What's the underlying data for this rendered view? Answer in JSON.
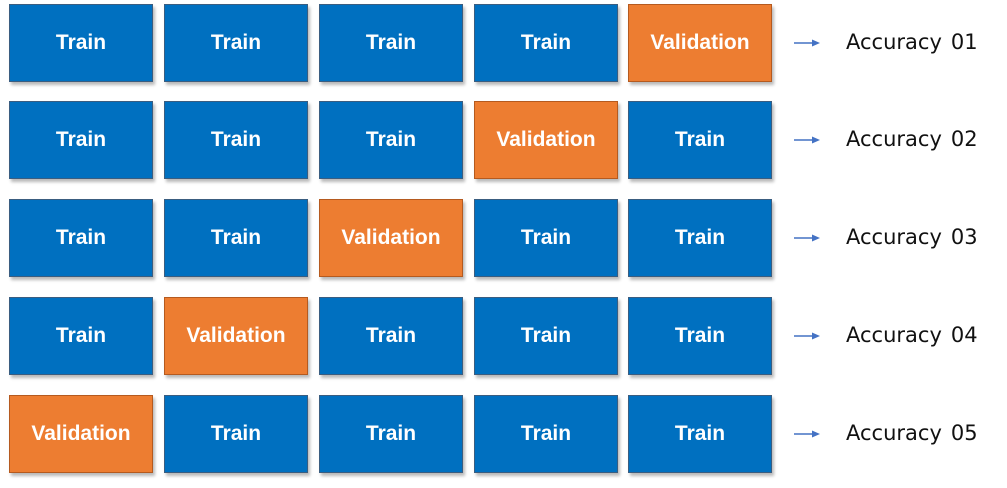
{
  "colors": {
    "train": "#0070c0",
    "validation": "#ed7d31",
    "arrow": "#4472c4",
    "text": "#111111"
  },
  "rows": [
    {
      "cells": [
        "Train",
        "Train",
        "Train",
        "Train",
        "Validation"
      ],
      "accuracy_label": "Accuracy",
      "accuracy_number": "01"
    },
    {
      "cells": [
        "Train",
        "Train",
        "Train",
        "Validation",
        "Train"
      ],
      "accuracy_label": "Accuracy",
      "accuracy_number": "02"
    },
    {
      "cells": [
        "Train",
        "Train",
        "Validation",
        "Train",
        "Train"
      ],
      "accuracy_label": "Accuracy",
      "accuracy_number": "03"
    },
    {
      "cells": [
        "Train",
        "Validation",
        "Train",
        "Train",
        "Train"
      ],
      "accuracy_label": "Accuracy",
      "accuracy_number": "04"
    },
    {
      "cells": [
        "Validation",
        "Train",
        "Train",
        "Train",
        "Train"
      ],
      "accuracy_label": "Accuracy",
      "accuracy_number": "05"
    }
  ]
}
